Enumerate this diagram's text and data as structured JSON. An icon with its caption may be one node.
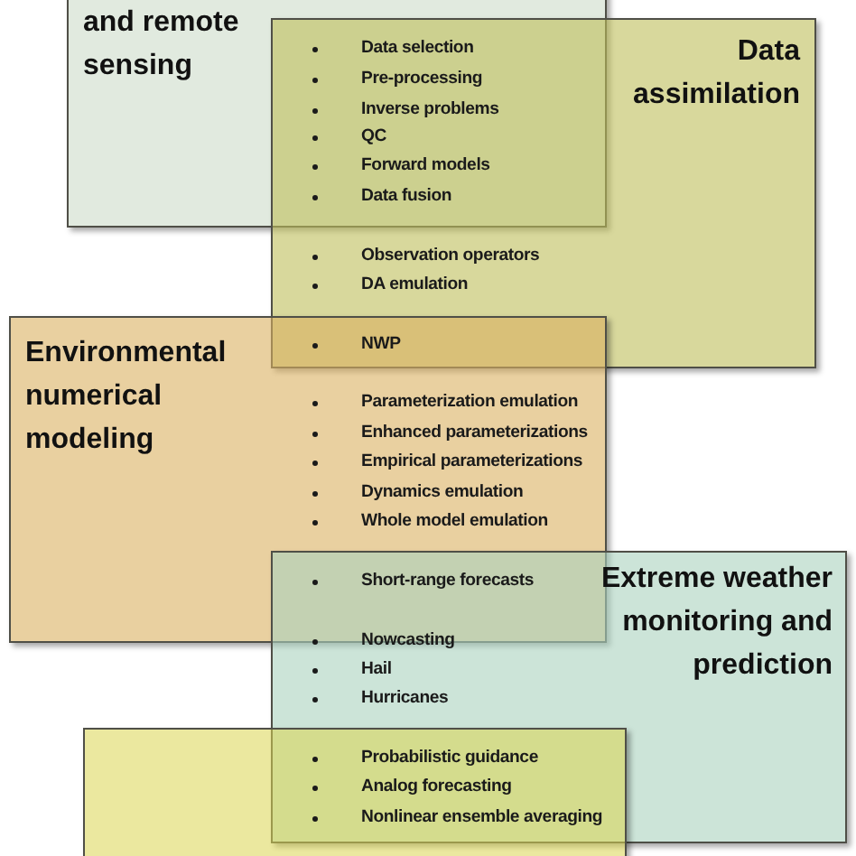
{
  "diagram": {
    "nodes": [
      {
        "text": [
          "and remote sensing"
        ]
      },
      {
        "text": [
          "Data assimilation"
        ]
      },
      {
        "text": [
          "Environmental numerical modeling"
        ]
      },
      {
        "text": [
          "Extreme weather monitoring and prediction"
        ]
      },
      {
        "text": [],
        "shape": "box"
      }
    ],
    "labels": [
      "Data selection",
      "Pre-processing",
      "Inverse problems",
      "QC",
      "Forward models",
      "Data fusion",
      "Observation operators",
      "DA emulation",
      "NWP",
      "Parameterization emulation",
      "Enhanced parameterizations",
      "Empirical parameterizations",
      "Dynamics emulation",
      "Whole model emulation",
      "Short-range forecasts",
      "Nowcasting",
      "Hail",
      "Hurricanes",
      "Probabilistic guidance",
      "Analog forecasting",
      "Nonlinear ensemble averaging"
    ]
  }
}
